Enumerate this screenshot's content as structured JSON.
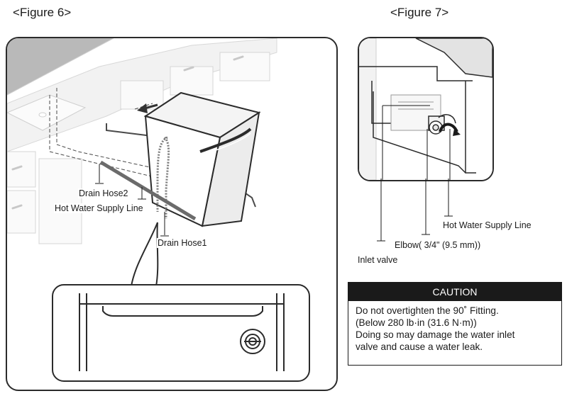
{
  "figure6": {
    "title": "<Figure 6>",
    "labels": {
      "drain_hose2": "Drain Hose2",
      "hot_water_supply_line": "Hot Water Supply Line",
      "drain_hose1": "Drain Hose1"
    }
  },
  "figure7": {
    "title": "<Figure 7>",
    "labels": {
      "hot_water_supply_line": "Hot Water Supply Line",
      "elbow": "Elbow( 3/4\" (9.5 mm))",
      "inlet_valve": "Inlet valve"
    }
  },
  "caution": {
    "heading": "CAUTION",
    "lines": [
      "Do not overtighten the 90˚ Fitting.",
      "(Below 280 lb·in (31.6 N·m))",
      "Doing so may damage the water inlet",
      "valve and cause a water leak."
    ]
  },
  "colors": {
    "outline": "#2b2b2b",
    "cabinet_shade": "#b9b9b9",
    "caution_header": "#1a1a1a"
  }
}
